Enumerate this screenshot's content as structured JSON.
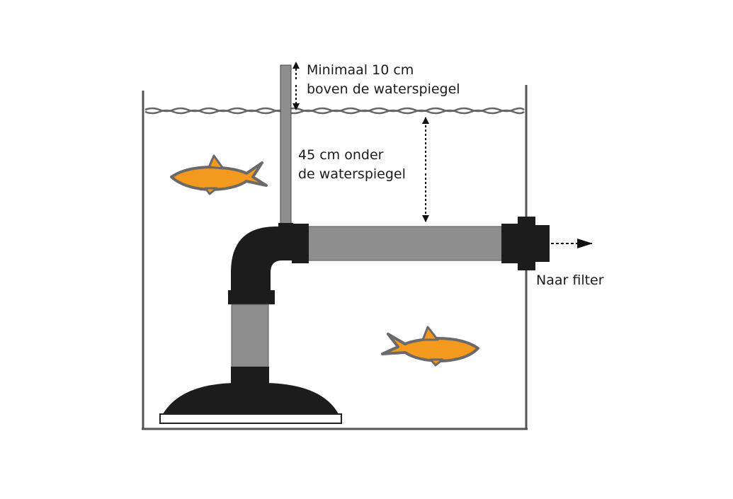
{
  "labels": {
    "vent_line1": "Minimaal 10 cm",
    "vent_line2": "boven de waterspiegel",
    "depth_line1": "45 cm onder",
    "depth_line2": "de waterspiegel",
    "outlet": "Naar filter"
  },
  "colors": {
    "pipe_grey": "#8e8e8e",
    "fitting_black": "#1c1c1c",
    "tank_outline": "#555555",
    "fish_orange": "#f39a1e",
    "fish_outline": "#6a6a6a"
  }
}
